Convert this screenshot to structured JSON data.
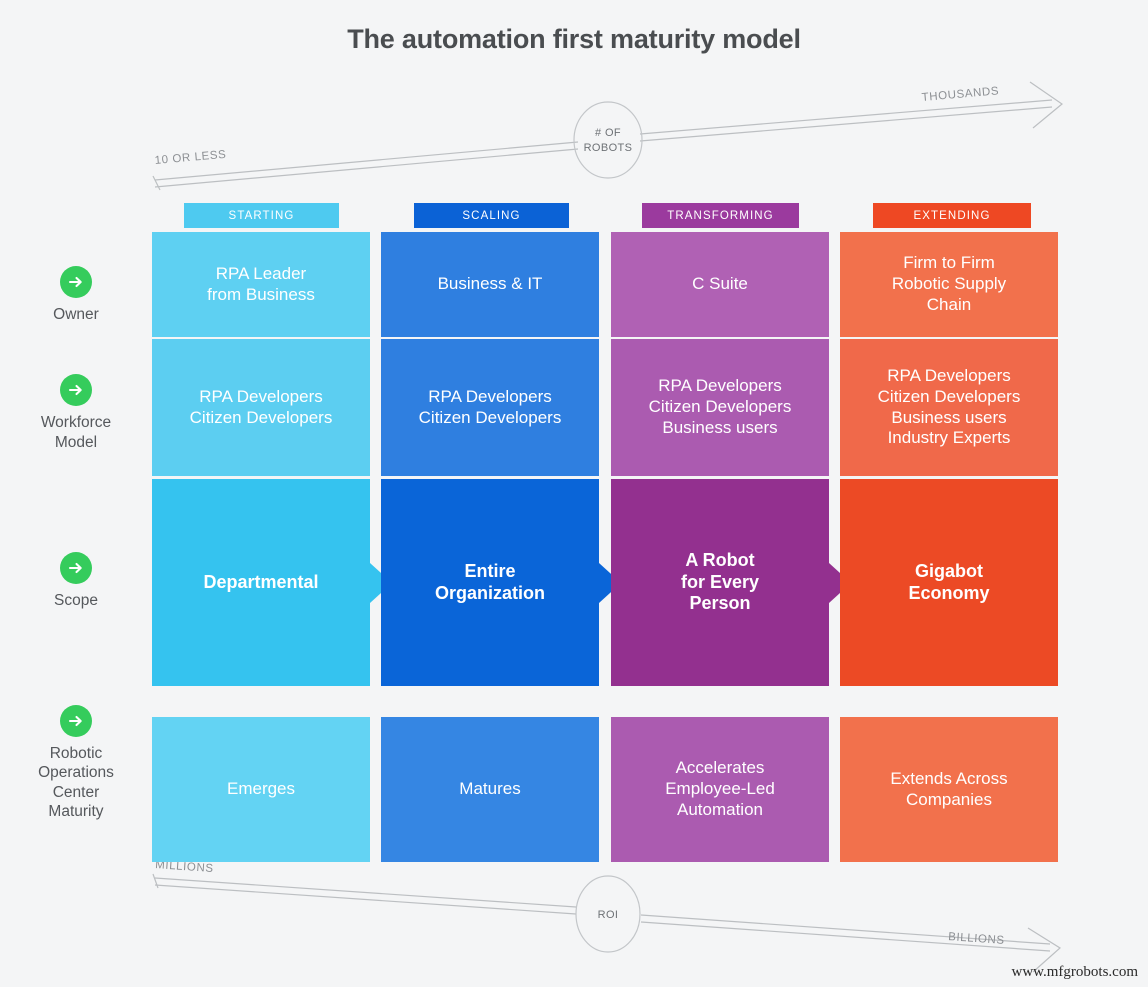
{
  "title": "The automation first maturity model",
  "watermark": "www.mfgrobots.com",
  "axes": {
    "top": {
      "hub": "# OF\nROBOTS",
      "hub_line1": "# OF",
      "hub_line2": "ROBOTS",
      "left_label": "10 OR LESS",
      "right_label": "THOUSANDS"
    },
    "bottom": {
      "hub": "ROI",
      "left_label": "MILLIONS",
      "right_label": "BILLIONS"
    }
  },
  "row_labels": [
    {
      "icon": "arrow-right-circle-icon",
      "text": "Owner"
    },
    {
      "icon": "arrow-right-circle-icon",
      "text": "Workforce\nModel",
      "line1": "Workforce",
      "line2": "Model"
    },
    {
      "icon": "arrow-right-circle-icon",
      "text": "Scope"
    },
    {
      "icon": "arrow-right-circle-icon",
      "text": "Robotic\nOperations\nCenter\nMaturity",
      "line1": "Robotic",
      "line2": "Operations",
      "line3": "Center",
      "line4": "Maturity"
    }
  ],
  "columns": [
    {
      "header": "STARTING",
      "header_color": "#4ecaf0",
      "colors": {
        "row0": "#5ed0f2",
        "row1": "#5ccef1",
        "scope": "#35c3ef",
        "row3": "#63d3f3"
      },
      "cells": {
        "owner": "RPA Leader\nfrom Business",
        "owner_lines": [
          "RPA Leader",
          "from Business"
        ],
        "workforce": "RPA Developers\nCitizen Developers",
        "workforce_lines": [
          "RPA Developers",
          "Citizen Developers"
        ],
        "scope": "Departmental",
        "scope_lines": [
          "Departmental"
        ],
        "roc": "Emerges",
        "roc_lines": [
          "Emerges"
        ]
      }
    },
    {
      "header": "SCALING",
      "header_color": "#0b62d6",
      "colors": {
        "row0": "#2f7fe0",
        "row1": "#2f7fe0",
        "scope": "#0a65d8",
        "row3": "#3586e3"
      },
      "cells": {
        "owner": "Business & IT",
        "owner_lines": [
          "Business & IT"
        ],
        "workforce": "RPA Developers\nCitizen Developers",
        "workforce_lines": [
          "RPA Developers",
          "Citizen Developers"
        ],
        "scope": "Entire\nOrganization",
        "scope_lines": [
          "Entire",
          "Organization"
        ],
        "roc": "Matures",
        "roc_lines": [
          "Matures"
        ]
      }
    },
    {
      "header": "TRANSFORMING",
      "header_color": "#9b3a9e",
      "colors": {
        "row0": "#b061b4",
        "row1": "#ab5bb0",
        "scope": "#93308f",
        "row3": "#ab5bb0"
      },
      "cells": {
        "owner": "C Suite",
        "owner_lines": [
          "C Suite"
        ],
        "workforce": "RPA Developers\nCitizen Developers\nBusiness users",
        "workforce_lines": [
          "RPA Developers",
          "Citizen Developers",
          "Business users"
        ],
        "scope": "A Robot\nfor Every\nPerson",
        "scope_lines": [
          "A Robot",
          "for Every",
          "Person"
        ],
        "roc": "Accelerates\nEmployee-Led\nAutomation",
        "roc_lines": [
          "Accelerates",
          "Employee-Led",
          "Automation"
        ]
      }
    },
    {
      "header": "EXTENDING",
      "header_color": "#ee4823",
      "colors": {
        "row0": "#f2714c",
        "row1": "#f0694a",
        "scope": "#ec4a25",
        "row3": "#f2714c"
      },
      "cells": {
        "owner": "Firm to Firm\nRobotic Supply\nChain",
        "owner_lines": [
          "Firm to Firm",
          "Robotic Supply",
          "Chain"
        ],
        "workforce": "RPA Developers\nCitizen Developers\nBusiness users\nIndustry Experts",
        "workforce_lines": [
          "RPA Developers",
          "Citizen Developers",
          "Business users",
          "Industry Experts"
        ],
        "scope": "Gigabot\nEconomy",
        "scope_lines": [
          "Gigabot",
          "Economy"
        ],
        "roc": "Extends Across\nCompanies",
        "roc_lines": [
          "Extends Across",
          "Companies"
        ]
      }
    }
  ],
  "theme": {
    "background": "#f4f5f6",
    "title_color": "#4a4d50",
    "axis_color": "#b9bcbf",
    "icon_green": "#35cc5c",
    "label_gray": "#55585c"
  }
}
